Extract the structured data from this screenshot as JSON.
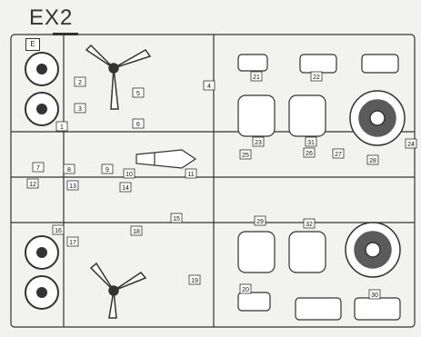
{
  "sheet": {
    "title": "EX2",
    "frame_tag": "E",
    "labels": [
      "2",
      "3",
      "4",
      "5",
      "6",
      "1",
      "7",
      "8",
      "9",
      "10",
      "11",
      "12",
      "13",
      "14",
      "15",
      "16",
      "17",
      "18",
      "19",
      "20",
      "21",
      "22",
      "23",
      "24",
      "25",
      "26",
      "27",
      "28",
      "29",
      "30",
      "31",
      "32"
    ]
  },
  "colors": {
    "line": "#333333",
    "paper": "#f2f2ee",
    "fill": "#ffffff"
  }
}
